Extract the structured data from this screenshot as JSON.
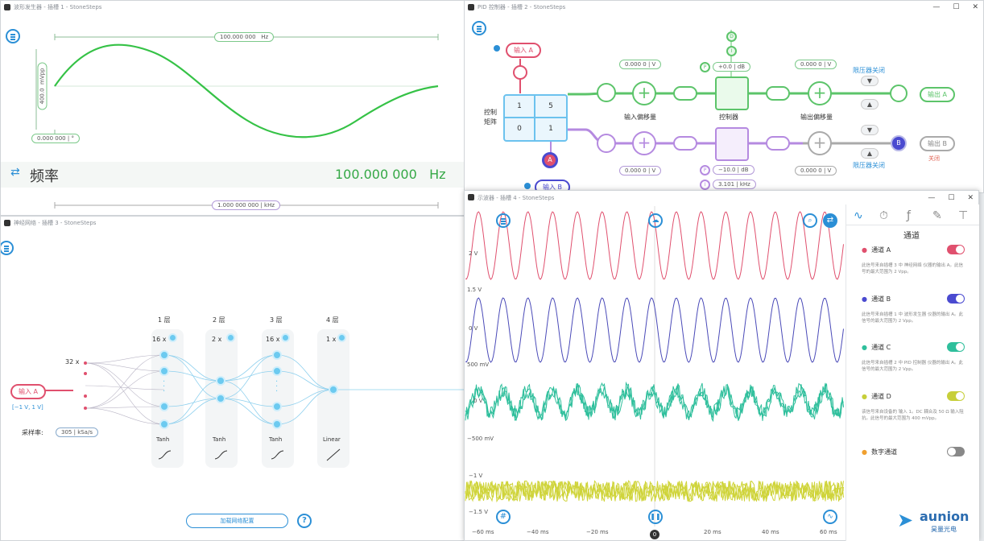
{
  "wavegen": {
    "title": "波形发生器 - 插槽 1 - StoneSteps",
    "freq_pill": "100.000 000",
    "freq_pill_unit": "Hz",
    "amp_pill": "400.0",
    "amp_unit": "mVpp",
    "offset_pill": "0.000 000",
    "offset_unit": "°",
    "freq_label": "频率",
    "freq_value": "100.000 000",
    "freq_unit": "Hz",
    "bottom_pill": "1.000 000 000",
    "bottom_unit": "kHz"
  },
  "pid": {
    "title": "PID 控制器 - 插槽 2 - StoneSteps",
    "input_a": "输入 A",
    "input_b": "输入 B",
    "matrix_label_1": "控制",
    "matrix_label_2": "矩阵",
    "matrix": [
      "1",
      "5",
      "0",
      "1"
    ],
    "badge_a": "A",
    "badge_b": "B",
    "in_offset_a": "0.000 0",
    "in_offset_a_unit": "V",
    "in_offset_b": "0.000 0",
    "in_offset_b_unit": "V",
    "in_offset_label": "输入偏移量",
    "controller_label": "控制器",
    "out_offset_label": "输出偏移量",
    "out_offset_a": "0.000 0",
    "out_offset_a_unit": "V",
    "out_offset_b": "0.000 0",
    "out_offset_b_unit": "V",
    "p_a": "+0.0",
    "p_a_unit": "dB",
    "p_b": "−10.0",
    "p_b_unit": "dB",
    "i_b": "3.101",
    "i_b_unit": "kHz",
    "limiter_label": "限压器关闭",
    "output_a": "输出 A",
    "output_b": "输出 B",
    "off_label": "关闭",
    "p_letter": "P",
    "i_letter": "I",
    "d_letter": "D"
  },
  "nn": {
    "title": "神经网络 - 插槽 3 - StoneSteps",
    "input_label": "输入 A",
    "input_range": "[−1 V, 1 V]",
    "in_count": "32 x",
    "sample_rate_label": "采样率:",
    "sample_rate": "305",
    "sample_rate_unit": "kSa/s",
    "layers": [
      {
        "name": "1 层",
        "count": "16 x",
        "act": "Tanh"
      },
      {
        "name": "2 层",
        "count": "2 x",
        "act": "Tanh"
      },
      {
        "name": "3 层",
        "count": "16 x",
        "act": "Tanh"
      },
      {
        "name": "4 层",
        "count": "1 x",
        "act": "Linear"
      }
    ],
    "load_button": "加载网络配置",
    "help": "?"
  },
  "scope": {
    "title": "示波器 - 插槽 4 - StoneSteps",
    "y_labels": [
      "2 V",
      "1.5 V",
      "0 V",
      "500 mV",
      "0 V",
      "−500 mV",
      "−1 V",
      "−1.5 V"
    ],
    "x_labels": [
      "−60 ms",
      "−40 ms",
      "−20 ms",
      "0",
      "20 ms",
      "40 ms",
      "60 ms"
    ],
    "colors": {
      "a": "#e0506e",
      "b": "#4a4ab8",
      "c": "#2fbf9c",
      "d": "#cfd43a"
    },
    "panel_title": "通道",
    "channels": [
      {
        "name": "通道 A",
        "color": "#e0506e",
        "desc": "此信号来自插槽 3 中 神经网络 仪器的输出 A。此信号的最大范围为 2 Vpp。",
        "on": true
      },
      {
        "name": "通道 B",
        "color": "#4a4ad0",
        "desc": "此信号来自插槽 1 中 波形发生器 仪器的输出 A。此信号的最大范围为 2 Vpp。",
        "on": true
      },
      {
        "name": "通道 C",
        "color": "#2fbf9c",
        "desc": "此信号来自插槽 2 中 PID 控制器 仪器的输出 A。此信号的最大范围为 2 Vpp。",
        "on": true
      },
      {
        "name": "通道 D",
        "color": "#c7cf3a",
        "desc": "该信号来自设备的 输入 1。DC 耦合及 50 Ω 输入阻抗。此信号的最大范围为 400 mVpp。",
        "on": true
      },
      {
        "name": "数字通道",
        "color": "#f0a030",
        "desc": "",
        "on": false
      }
    ]
  },
  "brand": {
    "name": "aunion",
    "sub": "昊量光电"
  }
}
